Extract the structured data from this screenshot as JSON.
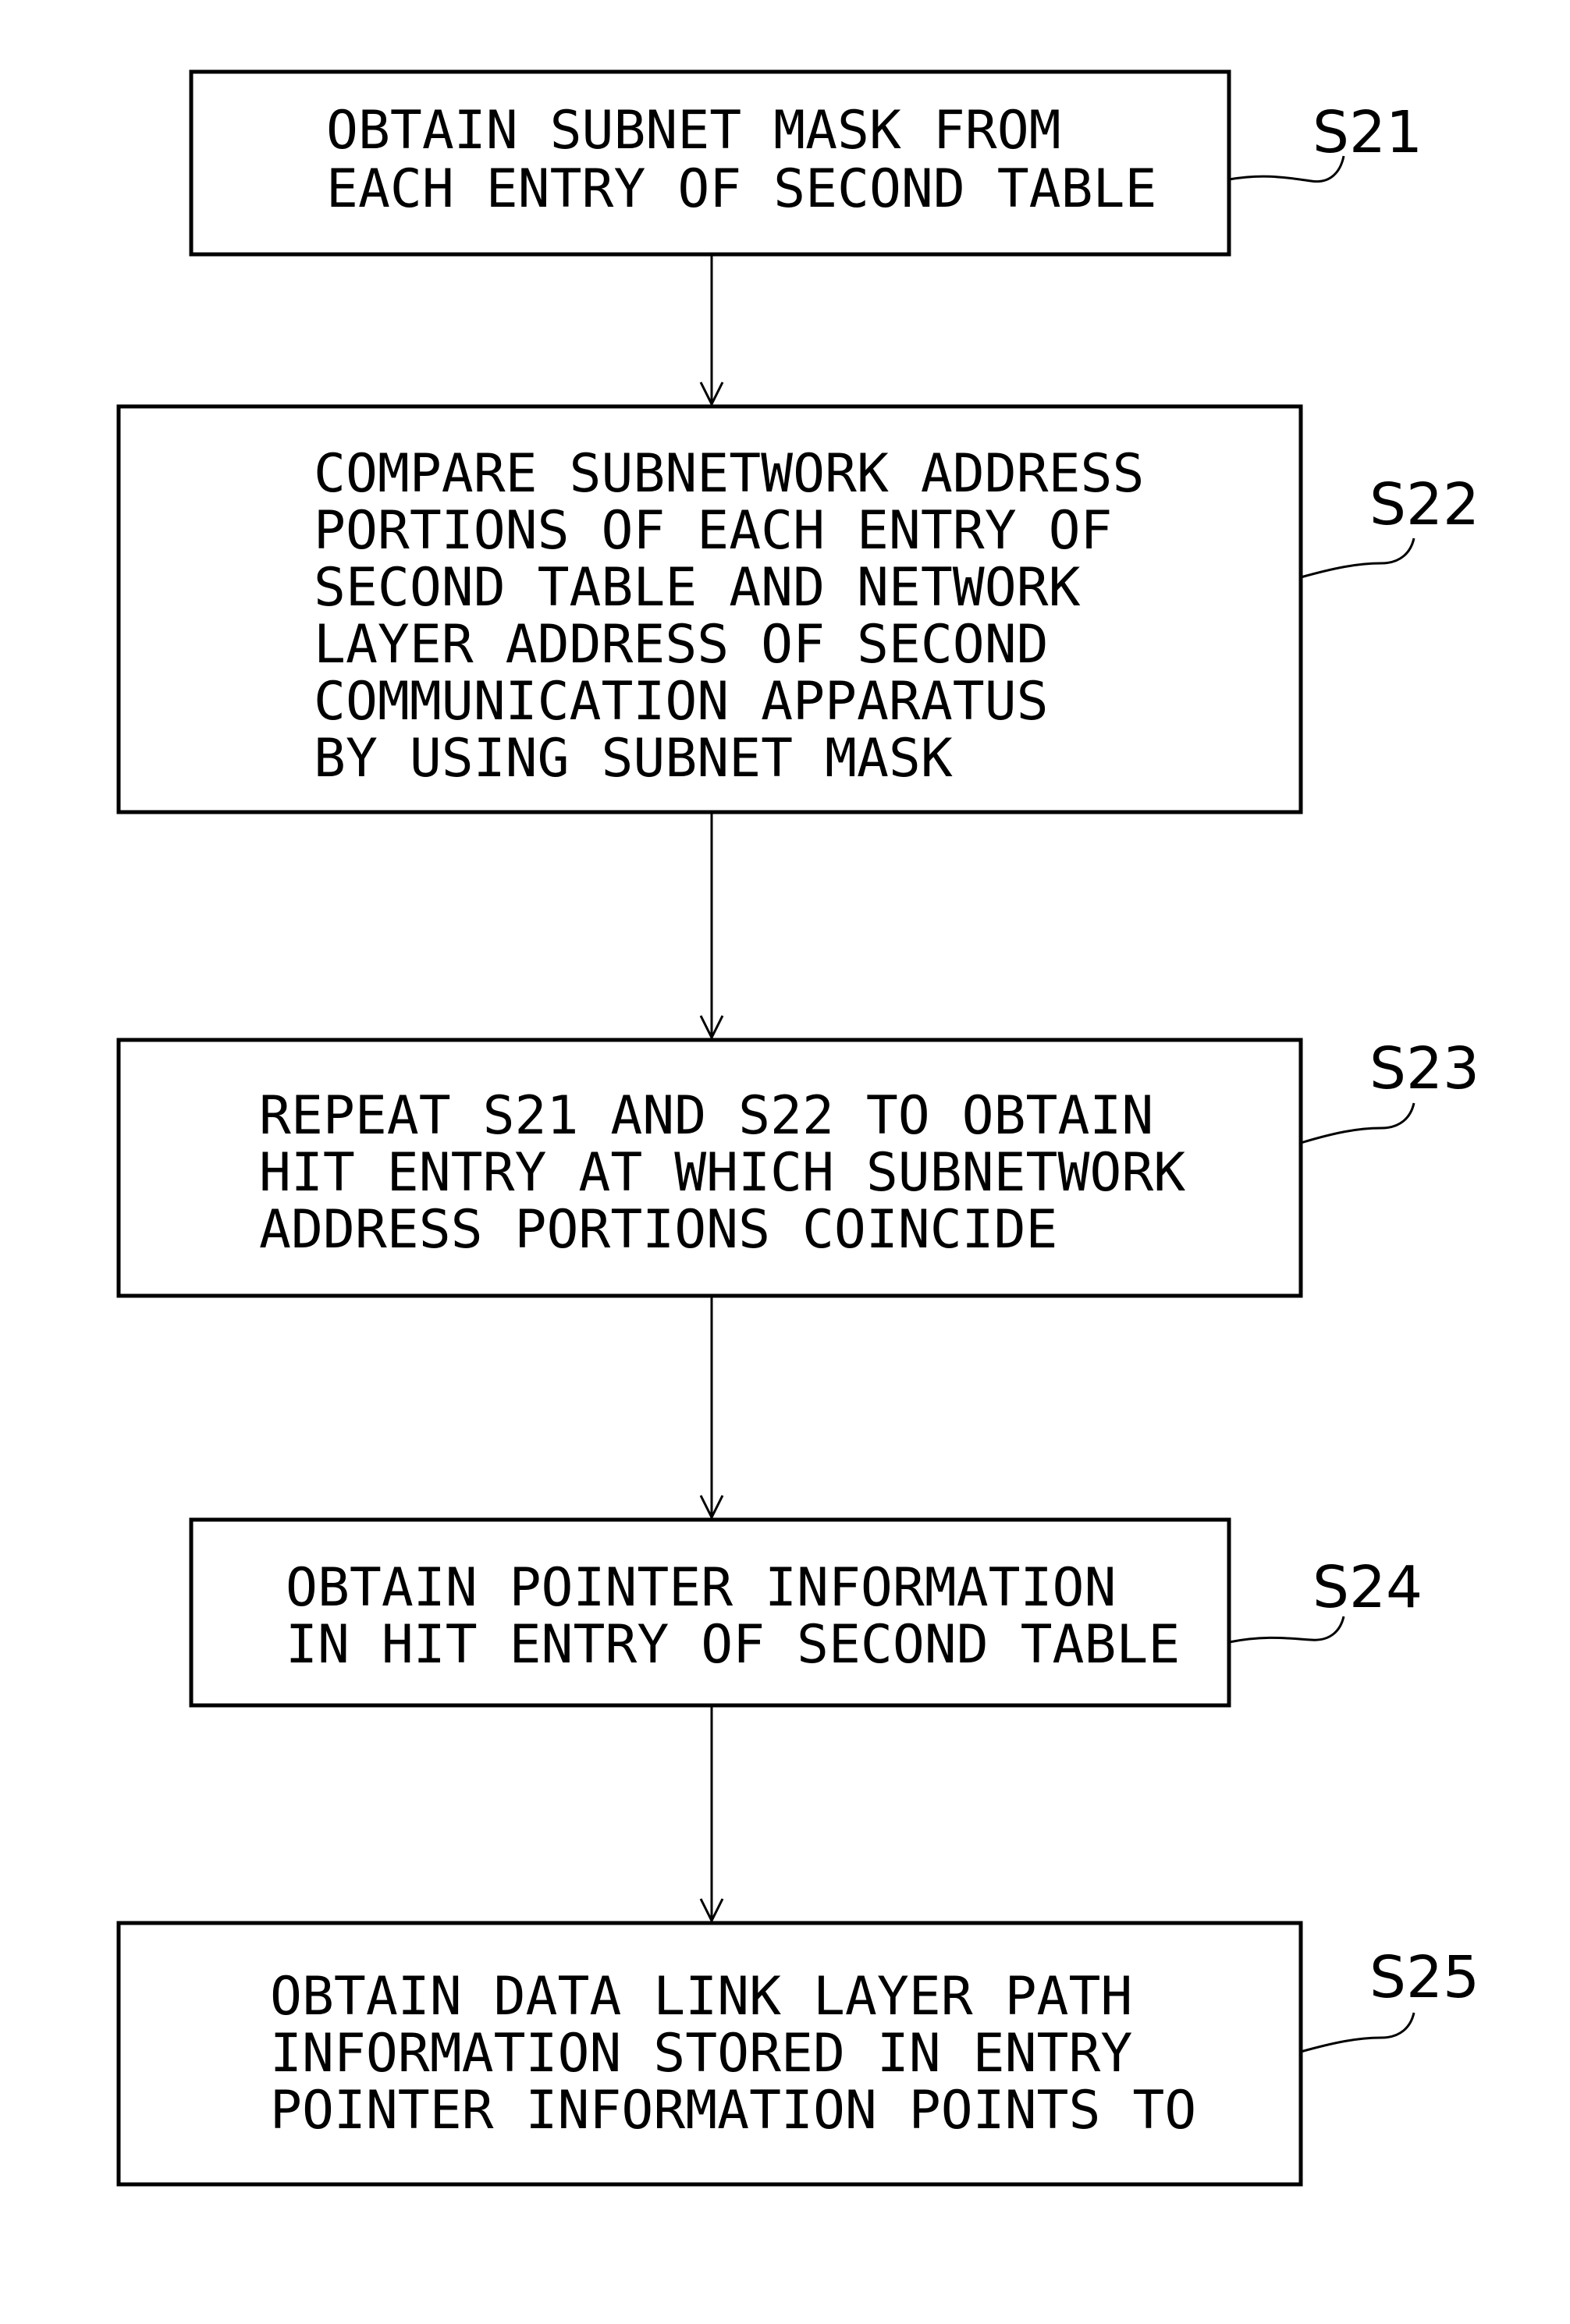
{
  "steps": [
    {
      "id": "S21",
      "lines": [
        "OBTAIN SUBNET MASK FROM",
        "EACH ENTRY OF SECOND TABLE"
      ]
    },
    {
      "id": "S22",
      "lines": [
        "COMPARE SUBNETWORK ADDRESS",
        "PORTIONS OF EACH ENTRY OF",
        "SECOND TABLE AND NETWORK",
        "LAYER ADDRESS OF SECOND",
        "COMMUNICATION APPARATUS",
        "BY USING SUBNET MASK"
      ]
    },
    {
      "id": "S23",
      "lines": [
        "REPEAT S21 AND S22 TO OBTAIN",
        "HIT ENTRY AT WHICH SUBNETWORK",
        "ADDRESS PORTIONS COINCIDE"
      ]
    },
    {
      "id": "S24",
      "lines": [
        "OBTAIN POINTER INFORMATION",
        "IN HIT ENTRY OF SECOND TABLE"
      ]
    },
    {
      "id": "S25",
      "lines": [
        "OBTAIN DATA LINK LAYER PATH",
        "INFORMATION STORED IN ENTRY",
        "POINTER INFORMATION POINTS TO"
      ]
    }
  ]
}
